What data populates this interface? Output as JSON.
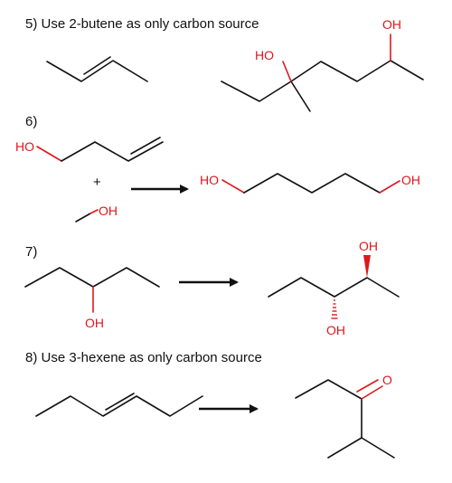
{
  "problems": [
    {
      "label": "5) Use 2-butene as only carbon source"
    },
    {
      "label": "6)"
    },
    {
      "label": "7)"
    },
    {
      "label": "8) Use 3-hexene as only carbon source"
    }
  ],
  "atoms": {
    "oh": "OH",
    "ho": "HO",
    "o": "O",
    "plus": "+"
  },
  "colors": {
    "bond": "#111111",
    "heteroatom": "#e0161b"
  }
}
